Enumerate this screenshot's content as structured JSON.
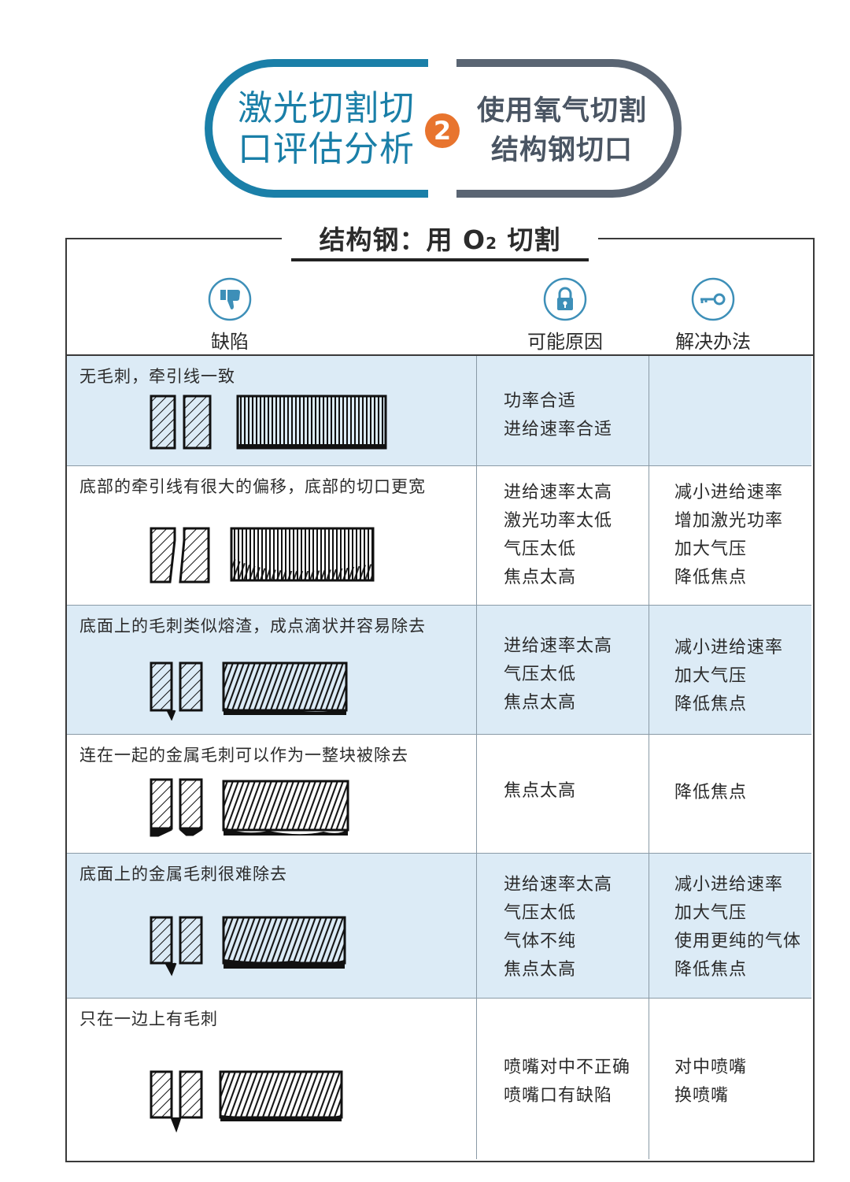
{
  "header": {
    "left_title_line1": "激光切割切",
    "left_title_line2": "口评估分析",
    "badge_number": "2",
    "right_title_line1": "使用氧气切割",
    "right_title_line2": "结构钢切口",
    "left_color": "#1a7fa8",
    "right_color": "#5a6573",
    "badge_color": "#e8742e"
  },
  "table": {
    "title_main": "结构钢：用 O",
    "title_sub": "2",
    "title_tail": " 切割",
    "columns": {
      "defect": {
        "label": "缺陷",
        "icon": "thumbs-down-icon"
      },
      "cause": {
        "label": "可能原因",
        "icon": "lock-icon"
      },
      "fix": {
        "label": "解决办法",
        "icon": "key-icon"
      }
    },
    "rows": [
      {
        "defect": "无毛刺，牵引线一致",
        "causes": [
          "功率合适",
          "进给速率合适"
        ],
        "fixes": []
      },
      {
        "defect": "底部的牵引线有很大的偏移，底部的切口更宽",
        "causes": [
          "进给速率太高",
          "激光功率太低",
          "气压太低",
          "焦点太高"
        ],
        "fixes": [
          "减小进给速率",
          "增加激光功率",
          "加大气压",
          "降低焦点"
        ]
      },
      {
        "defect": "底面上的毛刺类似熔渣，成点滴状并容易除去",
        "causes": [
          "进给速率太高",
          "气压太低",
          "焦点太高"
        ],
        "fixes": [
          "减小进给速率",
          "加大气压",
          "降低焦点"
        ]
      },
      {
        "defect": "连在一起的金属毛刺可以作为一整块被除去",
        "causes": [
          "焦点太高"
        ],
        "fixes": [
          "降低焦点"
        ]
      },
      {
        "defect": "底面上的金属毛刺很难除去",
        "causes": [
          "进给速率太高",
          "气压太低",
          "气体不纯",
          "焦点太高"
        ],
        "fixes": [
          "减小进给速率",
          "加大气压",
          "使用更纯的气体",
          "降低焦点"
        ]
      },
      {
        "defect": "只在一边上有毛刺",
        "causes": [
          "喷嘴对中不正确",
          "喷嘴口有缺陷"
        ],
        "fixes": [
          "对中喷嘴",
          "换喷嘴"
        ]
      }
    ]
  }
}
